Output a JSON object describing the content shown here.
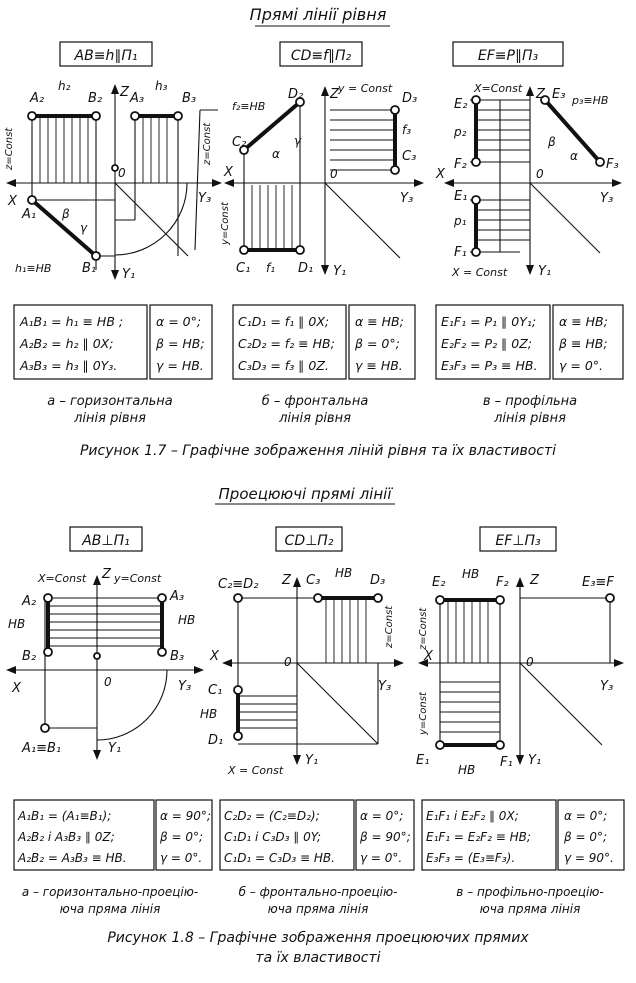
{
  "section1": {
    "title": "Прямі лінії рівня",
    "panels": [
      {
        "header": "AB≡h∥Π₁",
        "point_labels": [
          "A₂",
          "B₂",
          "A₃",
          "B₃",
          "A₁",
          "B₁",
          "h₂",
          "h₃",
          "h₁≡HB"
        ],
        "axis_labels": [
          "Z",
          "X",
          "Y₃",
          "Y₁",
          "0"
        ],
        "side_labels": [
          "z=Const",
          "z=Const"
        ],
        "angle_labels": [
          "β",
          "γ"
        ],
        "table_left": [
          "A₁B₁ = h₁ ≡ HB ;",
          "A₂B₂ = h₂ ∥ 0X;",
          "A₃B₃ = h₃ ∥ 0Y₃."
        ],
        "table_right": [
          "α = 0°;",
          "β = HB;",
          "γ = HB."
        ],
        "caption": [
          "а – горизонтальна",
          "лінія рівня"
        ]
      },
      {
        "header": "CD≡f∥Π₂",
        "point_labels": [
          "D₂",
          "C₂",
          "f₂≡HB",
          "D₃",
          "C₃",
          "f₃",
          "C₁",
          "D₁",
          "f₁",
          "y = Const"
        ],
        "axis_labels": [
          "Z",
          "X",
          "Y₃",
          "Y₁",
          "0"
        ],
        "side_labels": [
          "y=Const"
        ],
        "angle_labels": [
          "α",
          "γ"
        ],
        "table_left": [
          "C₁D₁ = f₁ ∥ 0X;",
          "C₂D₂ = f₂ ≡ HB;",
          "C₃D₃ = f₃ ∥ 0Z."
        ],
        "table_right": [
          "α ≡ HB;",
          "β = 0°;",
          "γ ≡ HB."
        ],
        "caption": [
          "б – фронтальна",
          "лінія рівня"
        ]
      },
      {
        "header": "EF≡P∥Π₃",
        "point_labels": [
          "E₂",
          "F₂",
          "E₃",
          "F₃",
          "E₁",
          "F₁",
          "p₂",
          "p₁",
          "p₃≡HB",
          "X=Const",
          "X = Const"
        ],
        "axis_labels": [
          "Z",
          "X",
          "Y₃",
          "Y₁",
          "0"
        ],
        "side_labels": [],
        "angle_labels": [
          "β",
          "α"
        ],
        "table_left": [
          "E₁F₁ = P₁ ∥ 0Y₁;",
          "E₂F₂ = P₂ ∥ 0Z;",
          "E₃F₃ = P₃ ≡ HB."
        ],
        "table_right": [
          "α ≡ HB;",
          "β ≡ HB;",
          "γ = 0°."
        ],
        "caption": [
          "в – профільна",
          "лінія рівня"
        ]
      }
    ],
    "figure_caption": "Рисунок 1.7 – Графічне зображення ліній рівня та їх властивості"
  },
  "section2": {
    "title": "Проецюючі прямі лінії",
    "panels": [
      {
        "header": "AB⊥Π₁",
        "point_labels": [
          "A₂",
          "B₂",
          "A₃",
          "B₃",
          "A₁≡B₁",
          "HB",
          "HB",
          "X=Const",
          "y=Const"
        ],
        "axis_labels": [
          "Z",
          "X",
          "Y₃",
          "Y₁",
          "0"
        ],
        "table_left": [
          "A₁B₁ = (A₁≡B₁);",
          "A₂B₂ і A₃B₃ ∥ 0Z;",
          "A₂B₂ = A₃B₃ ≡ HB."
        ],
        "table_right": [
          "α = 90°;",
          "β = 0°;",
          "γ = 0°."
        ],
        "caption": [
          "а – горизонтально-проецію-",
          "юча пряма лінія"
        ]
      },
      {
        "header": "CD⊥Π₂",
        "point_labels": [
          "C₂≡D₂",
          "C₃",
          "D₃",
          "HB",
          "C₁",
          "D₁",
          "HB",
          "X = Const",
          "z=Const"
        ],
        "axis_labels": [
          "Z",
          "X",
          "Y₃",
          "Y₁",
          "0"
        ],
        "table_left": [
          "C₂D₂ = (C₂≡D₂);",
          "C₁D₁ і C₃D₃ ∥ 0Y;",
          "C₁D₁ = C₃D₃ ≡ HB."
        ],
        "table_right": [
          "α = 0°;",
          "β = 90°;",
          "γ = 0°."
        ],
        "caption": [
          "б – фронтально-проецію-",
          "юча пряма лінія"
        ]
      },
      {
        "header": "EF⊥Π₃",
        "point_labels": [
          "E₂",
          "HB",
          "F₂",
          "E₃≡F",
          "E₁",
          "HB",
          "F₁",
          "z=Const",
          "y=Const"
        ],
        "axis_labels": [
          "Z",
          "X",
          "Y₃",
          "Y₁",
          "0"
        ],
        "table_left": [
          "E₁F₁ і E₂F₂ ∥ 0X;",
          "E₁F₁ = E₂F₂ ≡ HB;",
          "E₃F₃ = (E₃≡F₃)."
        ],
        "table_right": [
          "α = 0°;",
          "β = 0°;",
          "γ = 90°."
        ],
        "caption": [
          "в – профільно-проецію-",
          "юча пряма лінія"
        ]
      }
    ],
    "figure_caption": [
      "Рисунок 1.8 – Графічне зображення проецюючих прямих",
      "та їх властивості"
    ]
  }
}
